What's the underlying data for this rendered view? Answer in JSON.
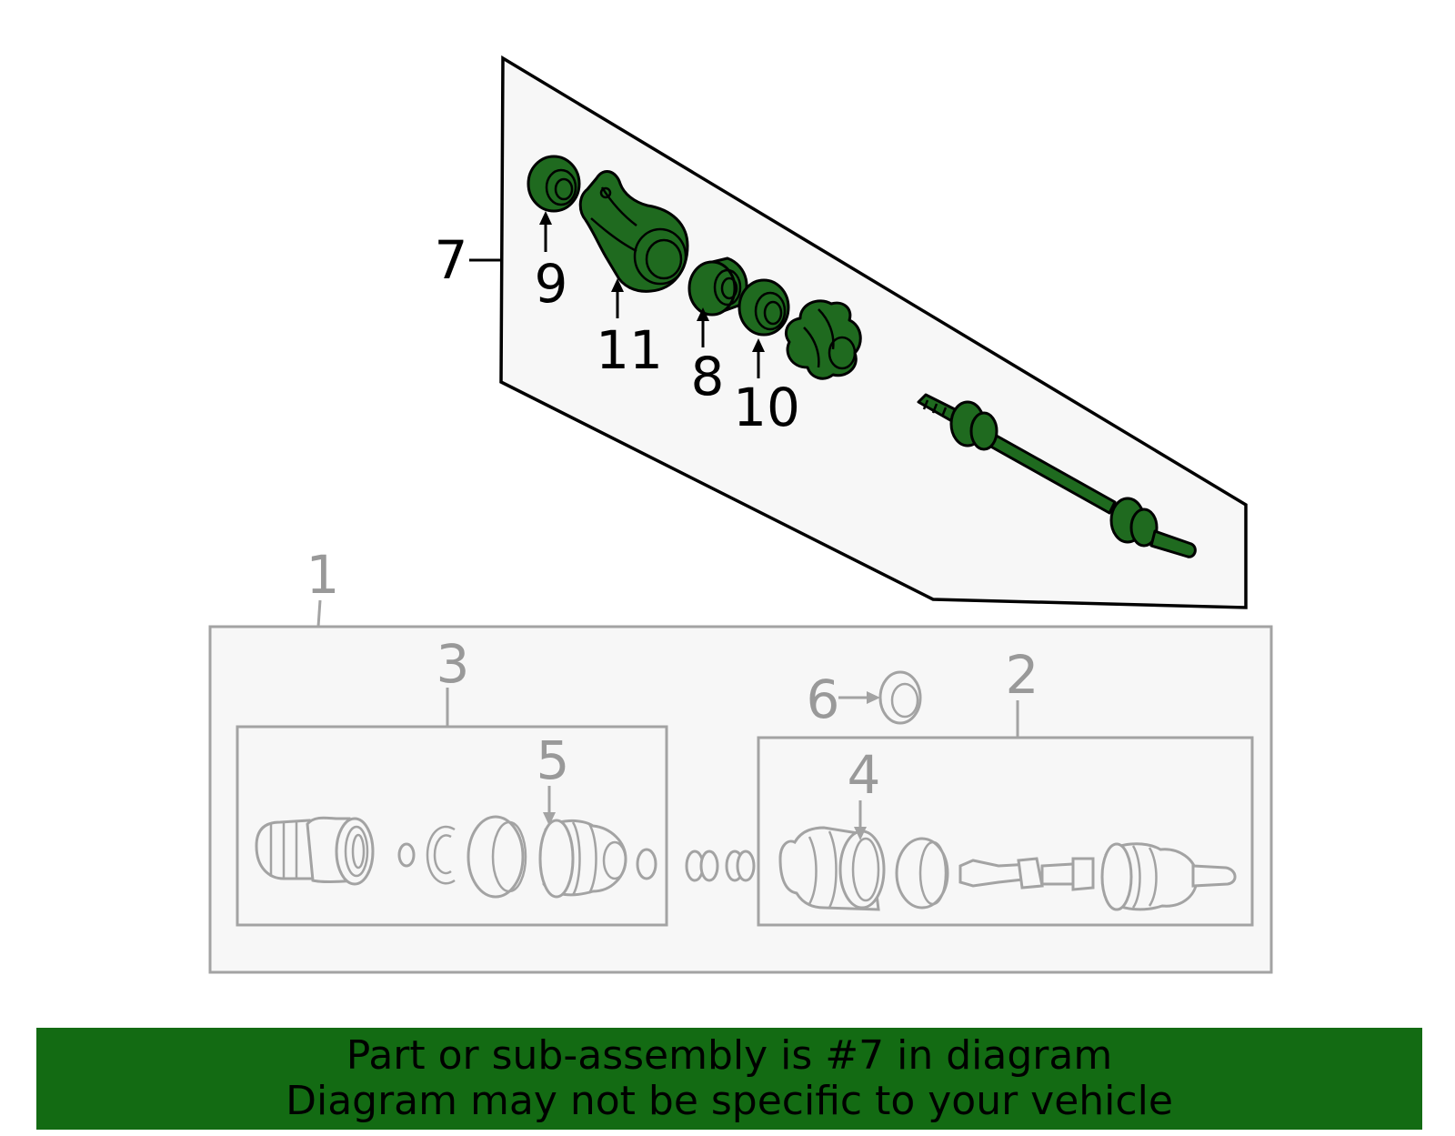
{
  "callouts": {
    "c1": "1",
    "c2": "2",
    "c3": "3",
    "c4": "4",
    "c5": "5",
    "c6": "6",
    "c7": "7",
    "c8": "8",
    "c9": "9",
    "c10": "10",
    "c11": "11"
  },
  "banner": {
    "line1": "Part or sub-assembly is #7 in diagram",
    "line2": "Diagram may not be specific to your vehicle"
  },
  "colors": {
    "highlight": "#1f6a1f",
    "banner": "#136b13",
    "muted": "#a3a3a3"
  }
}
